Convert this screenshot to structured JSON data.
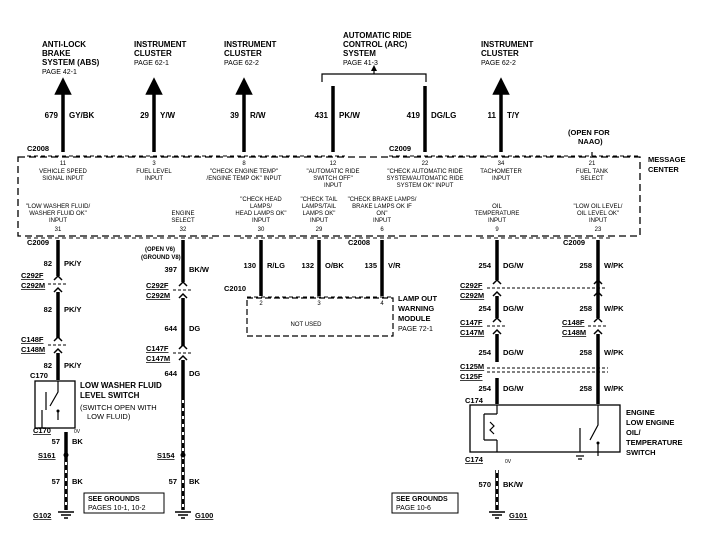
{
  "top_labels": [
    {
      "lines": [
        "ANTI-LOCK",
        "BRAKE",
        "SYSTEM (ABS)",
        "PAGE 42-1"
      ]
    },
    {
      "lines": [
        "INSTRUMENT",
        "CLUSTER",
        "PAGE 62-1"
      ]
    },
    {
      "lines": [
        "INSTRUMENT",
        "CLUSTER",
        "PAGE 62-2"
      ]
    },
    {
      "lines": [
        "AUTOMATIC RIDE",
        "CONTROL (ARC)",
        "SYSTEM",
        "PAGE 41-3"
      ]
    },
    {
      "lines": [
        "INSTRUMENT",
        "CLUSTER",
        "PAGE 62-2"
      ]
    }
  ],
  "top_wires": [
    {
      "circuit": "679",
      "color": "GY/BK"
    },
    {
      "circuit": "29",
      "color": "Y/W"
    },
    {
      "circuit": "39",
      "color": "R/W"
    },
    {
      "circuit": "431",
      "color": "PK/W"
    },
    {
      "circuit": "419",
      "color": "DG/LG"
    },
    {
      "circuit": "11",
      "color": "T/Y"
    }
  ],
  "open_note": [
    "(OPEN FOR",
    "NAAO)"
  ],
  "connectors": {
    "c2008_top": "C2008",
    "c2009_top": "C2009",
    "c2009_bottom": "C2009",
    "c2008_bottom": "C2008",
    "c2009_right": "C2009",
    "c2010": "C2010"
  },
  "message_center": {
    "label": [
      "MESSAGE",
      "CENTER"
    ],
    "top_pins": [
      {
        "pin": "11",
        "lines": [
          "VEHICLE SPEED",
          "SIGNAL INPUT"
        ]
      },
      {
        "pin": "3",
        "lines": [
          "FUEL LEVEL",
          "INPUT"
        ]
      },
      {
        "pin": "8",
        "lines": [
          "\"CHECK ENGINE TEMP\"",
          "/ENGINE TEMP OK\" INPUT"
        ]
      },
      {
        "pin": "12",
        "lines": [
          "\"AUTOMATIC RIDE",
          "SWITCH OFF\"",
          "INPUT"
        ]
      },
      {
        "pin": "22",
        "lines": [
          "\"CHECK AUTOMATIC RIDE",
          "SYSTEM/AUTOMATIC RIDE",
          "SYSTEM OK\" INPUT"
        ]
      },
      {
        "pin": "34",
        "lines": [
          "TACHOMETER",
          "INPUT"
        ]
      },
      {
        "pin": "21",
        "lines": [
          "FUEL TANK",
          "SELECT"
        ]
      }
    ],
    "bottom_pins": [
      {
        "pin": "31",
        "lines": [
          "\"LOW WASHER FLUID/",
          "WASHER FLUID OK\"",
          "INPUT"
        ]
      },
      {
        "pin": "32",
        "lines": [
          "ENGINE",
          "SELECT"
        ]
      },
      {
        "pin": "30",
        "lines": [
          "\"CHECK HEAD",
          "LAMPS/",
          "HEAD LAMPS OK\"",
          "INPUT"
        ]
      },
      {
        "pin": "29",
        "lines": [
          "\"CHECK TAIL",
          "LAMPS/TAIL",
          "LAMPS OK\"",
          "INPUT"
        ]
      },
      {
        "pin": "6",
        "lines": [
          "\"CHECK BRAKE LAMPS/",
          "BRAKE LAMPS OK IF",
          "ON\"",
          "INPUT"
        ]
      },
      {
        "pin": "9",
        "lines": [
          "OIL",
          "TEMPERATURE",
          "INPUT"
        ]
      },
      {
        "pin": "23",
        "lines": [
          "\"LOW OIL LEVEL/",
          "OIL LEVEL OK\"",
          "INPUT"
        ]
      }
    ]
  },
  "open_ground": [
    "(OPEN V6)",
    "(GROUND V8)"
  ],
  "wire_labels": {
    "w82a": {
      "circuit": "82",
      "color": "PK/Y"
    },
    "w82b": {
      "circuit": "82",
      "color": "PK/Y"
    },
    "w82c": {
      "circuit": "82",
      "color": "PK/Y"
    },
    "w397": {
      "circuit": "397",
      "color": "BK/W"
    },
    "w644a": {
      "circuit": "644",
      "color": "DG"
    },
    "w644b": {
      "circuit": "644",
      "color": "DG"
    },
    "w130": {
      "circuit": "130",
      "color": "R/LG"
    },
    "w132": {
      "circuit": "132",
      "color": "O/BK"
    },
    "w135": {
      "circuit": "135",
      "color": "V/R"
    },
    "w254a": {
      "circuit": "254",
      "color": "DG/W"
    },
    "w254b": {
      "circuit": "254",
      "color": "DG/W"
    },
    "w254c": {
      "circuit": "254",
      "color": "DG/W"
    },
    "w254d": {
      "circuit": "254",
      "color": "DG/W"
    },
    "w258a": {
      "circuit": "258",
      "color": "W/PK"
    },
    "w258b": {
      "circuit": "258",
      "color": "W/PK"
    },
    "w258c": {
      "circuit": "258",
      "color": "W/PK"
    },
    "w258d": {
      "circuit": "258",
      "color": "W/PK"
    },
    "w57a": {
      "circuit": "57",
      "color": "BK"
    },
    "w57b": {
      "circuit": "57",
      "color": "BK"
    },
    "w57c": {
      "circuit": "57",
      "color": "BK"
    },
    "w570": {
      "circuit": "570",
      "color": "BK/W"
    }
  },
  "inline_connectors": {
    "left_a": [
      "C292F",
      "C292M"
    ],
    "left_b": [
      "C148F",
      "C148M"
    ],
    "mid_a": [
      "C292F",
      "C292M"
    ],
    "mid_b": [
      "C147F",
      "C147M"
    ],
    "r_a": [
      "C292F",
      "C292M"
    ],
    "r_b": [
      "C147F",
      "C147M"
    ],
    "r_c": [
      "C125M",
      "C125F"
    ],
    "rr_b": [
      "C148F",
      "C148M"
    ]
  },
  "lamp_out": {
    "title": [
      "LAMP OUT",
      "WARNING",
      "MODULE"
    ],
    "page": "PAGE 72-1",
    "pins": [
      "2",
      "3",
      "4"
    ],
    "note": "NOT USED"
  },
  "c170": {
    "top": "C170",
    "bottom": "C170",
    "dv": "0V"
  },
  "washer_switch": {
    "lines_bold": [
      "LOW WASHER FLUID",
      "LEVEL SWITCH"
    ],
    "lines": [
      "(SWITCH OPEN WITH",
      "LOW FLUID)"
    ]
  },
  "c174": {
    "top": "C174",
    "bottom": "C174",
    "dv": "0V"
  },
  "oil_switch": {
    "lines": [
      "ENGINE",
      "LOW ENGINE",
      "OIL/",
      "TEMPERATURE",
      "SWITCH"
    ]
  },
  "splices": {
    "s161": "S161",
    "s154": "S154"
  },
  "grounds_notes": [
    {
      "lines": [
        "SEE  GROUNDS",
        "PAGES  10-1, 10-2"
      ]
    },
    {
      "lines": [
        "SEE  GROUNDS",
        "PAGE  10-6"
      ]
    }
  ],
  "grounds": {
    "g102": "G102",
    "g100": "G100",
    "g101": "G101"
  }
}
